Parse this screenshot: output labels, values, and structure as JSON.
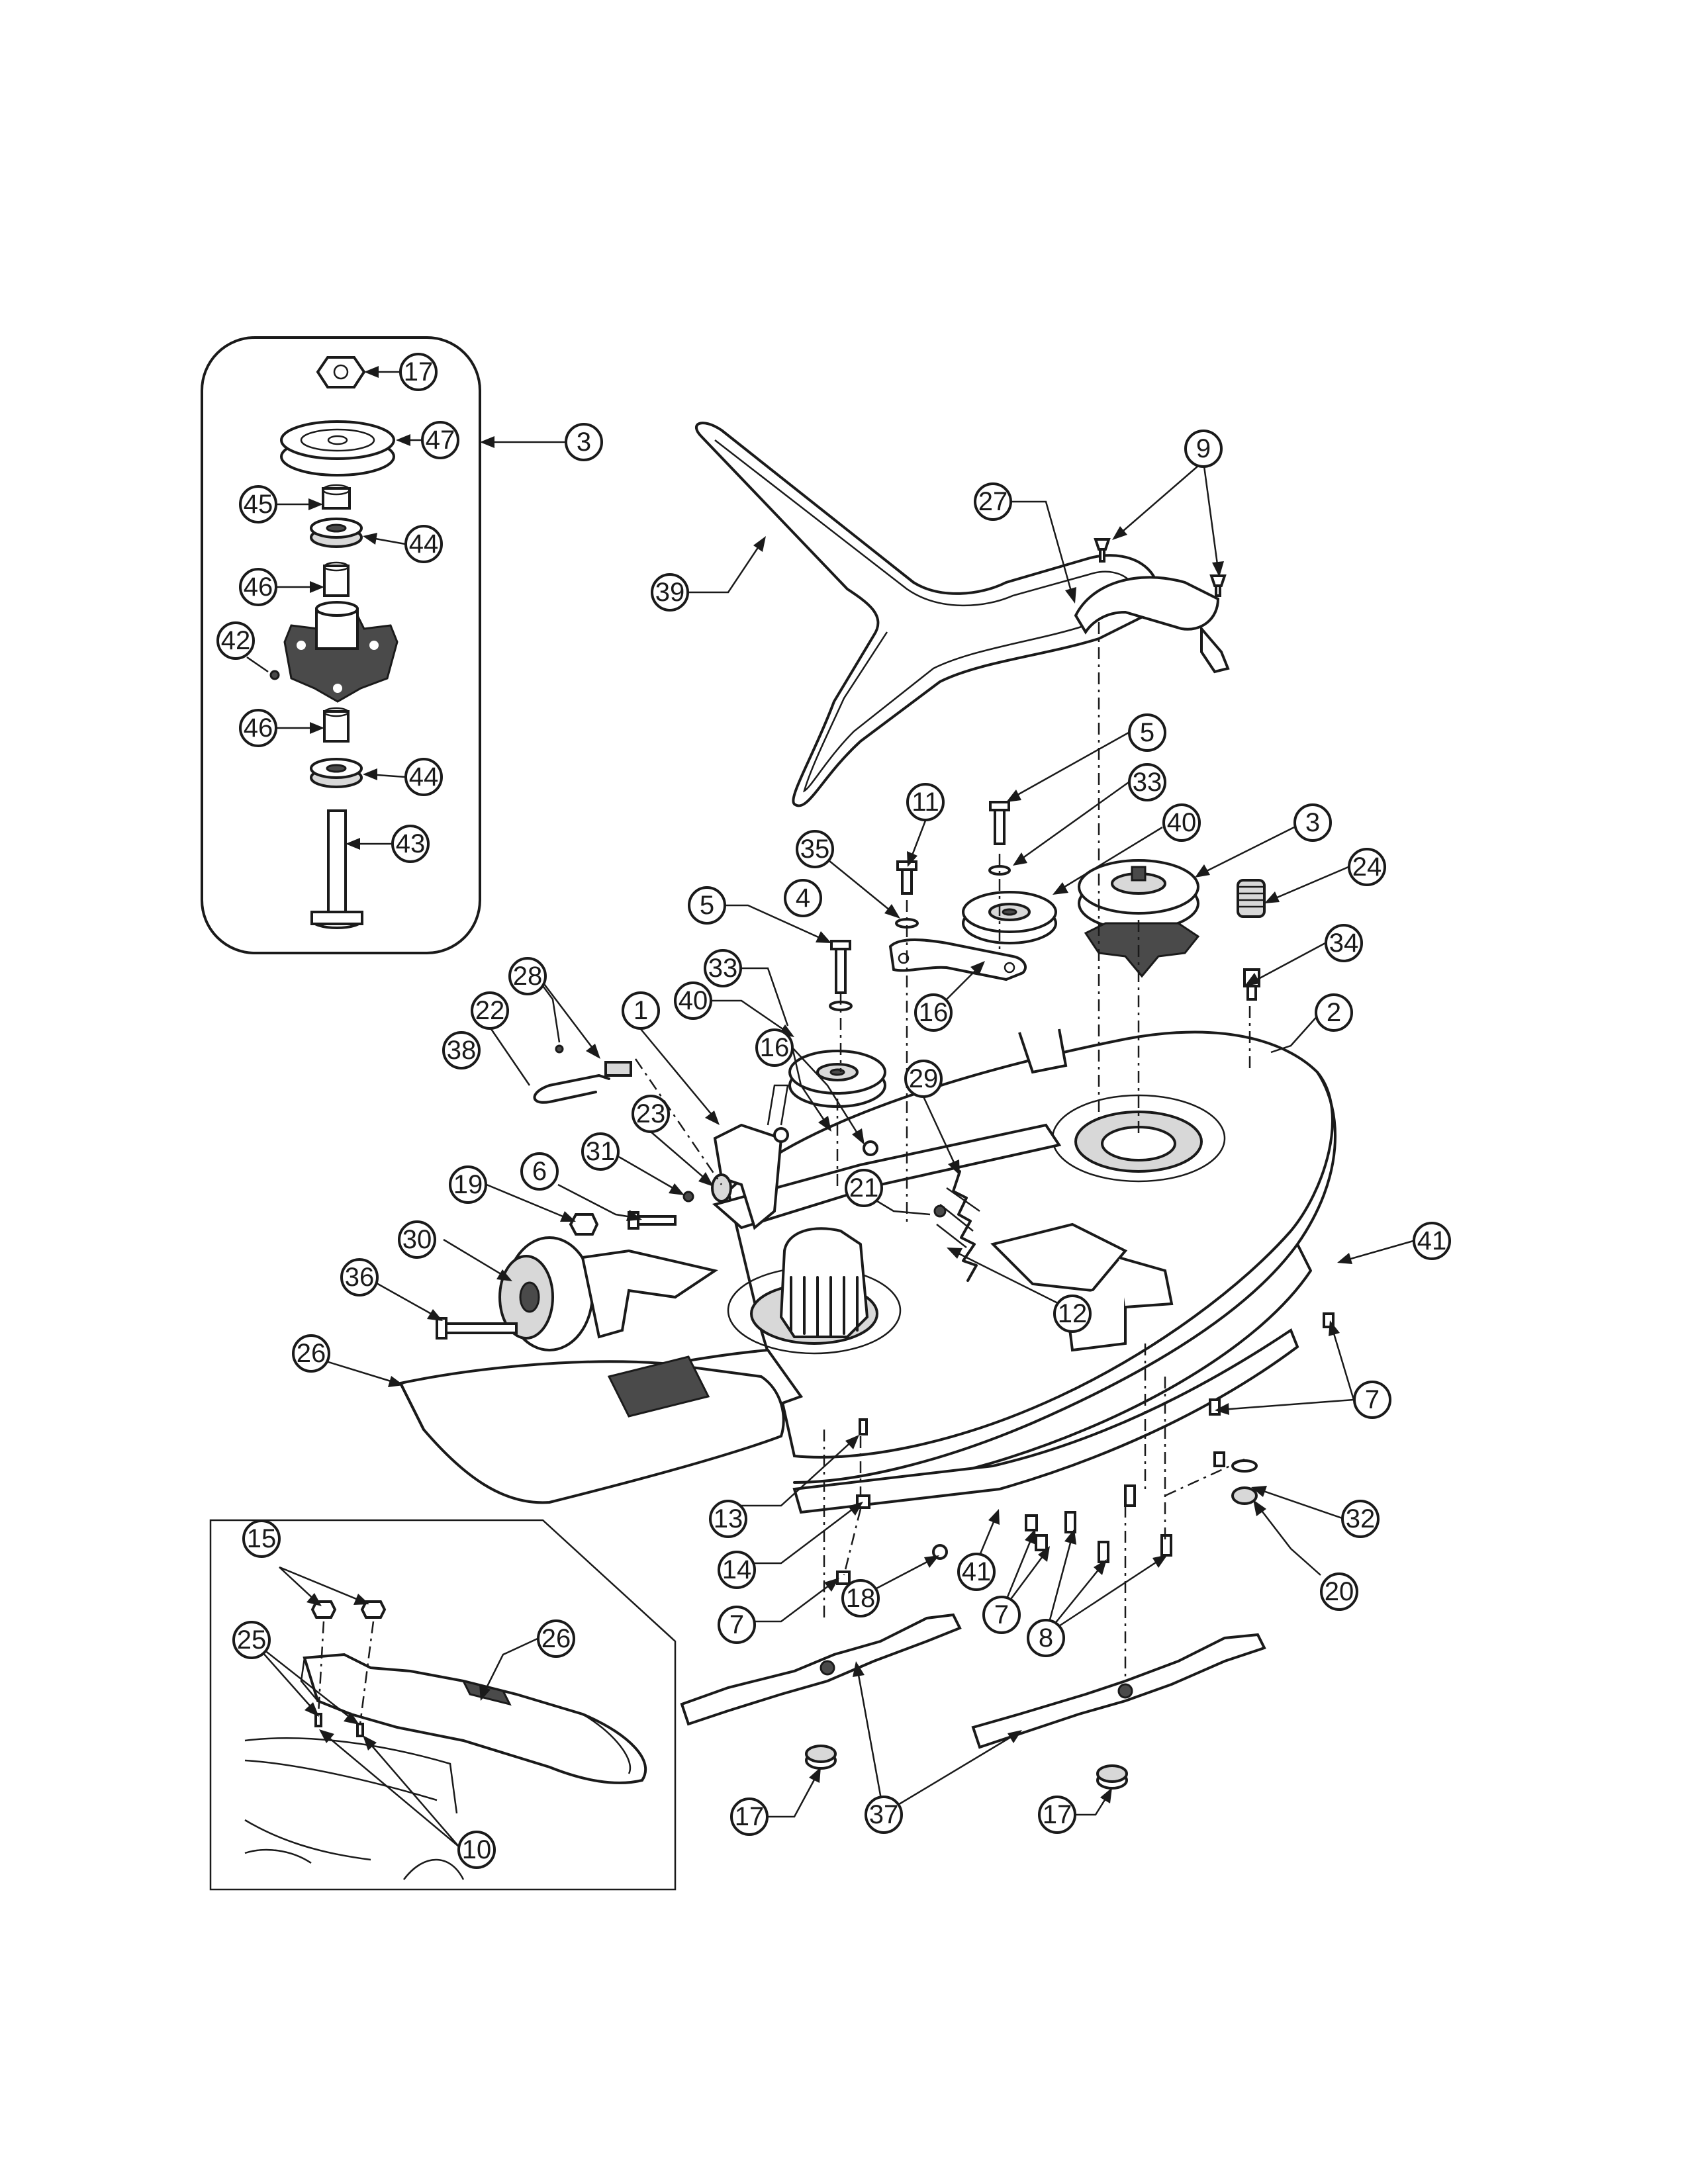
{
  "callouts": [
    {
      "id": "c17a",
      "label": "17"
    },
    {
      "id": "c47",
      "label": "47"
    },
    {
      "id": "c3a",
      "label": "3"
    },
    {
      "id": "c45",
      "label": "45"
    },
    {
      "id": "c44a",
      "label": "44"
    },
    {
      "id": "c46a",
      "label": "46"
    },
    {
      "id": "c42",
      "label": "42"
    },
    {
      "id": "c46b",
      "label": "46"
    },
    {
      "id": "c44b",
      "label": "44"
    },
    {
      "id": "c43",
      "label": "43"
    },
    {
      "id": "c39",
      "label": "39"
    },
    {
      "id": "c27",
      "label": "27"
    },
    {
      "id": "c9",
      "label": "9"
    },
    {
      "id": "c5a",
      "label": "5"
    },
    {
      "id": "c33a",
      "label": "33"
    },
    {
      "id": "c11",
      "label": "11"
    },
    {
      "id": "c35",
      "label": "35"
    },
    {
      "id": "c40a",
      "label": "40"
    },
    {
      "id": "c3b",
      "label": "3"
    },
    {
      "id": "c24",
      "label": "24"
    },
    {
      "id": "c5b",
      "label": "5"
    },
    {
      "id": "c4",
      "label": "4"
    },
    {
      "id": "c34",
      "label": "34"
    },
    {
      "id": "c33b",
      "label": "33"
    },
    {
      "id": "c16a",
      "label": "16"
    },
    {
      "id": "c2",
      "label": "2"
    },
    {
      "id": "c40b",
      "label": "40"
    },
    {
      "id": "c28",
      "label": "28"
    },
    {
      "id": "c22",
      "label": "22"
    },
    {
      "id": "c1",
      "label": "1"
    },
    {
      "id": "c38",
      "label": "38"
    },
    {
      "id": "c16b",
      "label": "16"
    },
    {
      "id": "c29",
      "label": "29"
    },
    {
      "id": "c23",
      "label": "23"
    },
    {
      "id": "c31",
      "label": "31"
    },
    {
      "id": "c6",
      "label": "6"
    },
    {
      "id": "c21",
      "label": "21"
    },
    {
      "id": "c19",
      "label": "19"
    },
    {
      "id": "c30",
      "label": "30"
    },
    {
      "id": "c41a",
      "label": "41"
    },
    {
      "id": "c12",
      "label": "12"
    },
    {
      "id": "c36",
      "label": "36"
    },
    {
      "id": "c26a",
      "label": "26"
    },
    {
      "id": "c7a",
      "label": "7"
    },
    {
      "id": "c32",
      "label": "32"
    },
    {
      "id": "c13",
      "label": "13"
    },
    {
      "id": "c14",
      "label": "14"
    },
    {
      "id": "c41b",
      "label": "41"
    },
    {
      "id": "c20",
      "label": "20"
    },
    {
      "id": "c15",
      "label": "15"
    },
    {
      "id": "c7b",
      "label": "7"
    },
    {
      "id": "c18",
      "label": "18"
    },
    {
      "id": "c7c",
      "label": "7"
    },
    {
      "id": "c26b",
      "label": "26"
    },
    {
      "id": "c8",
      "label": "8"
    },
    {
      "id": "c25",
      "label": "25"
    },
    {
      "id": "c17b",
      "label": "17"
    },
    {
      "id": "c37",
      "label": "37"
    },
    {
      "id": "c17c",
      "label": "17"
    },
    {
      "id": "c10",
      "label": "10"
    }
  ]
}
